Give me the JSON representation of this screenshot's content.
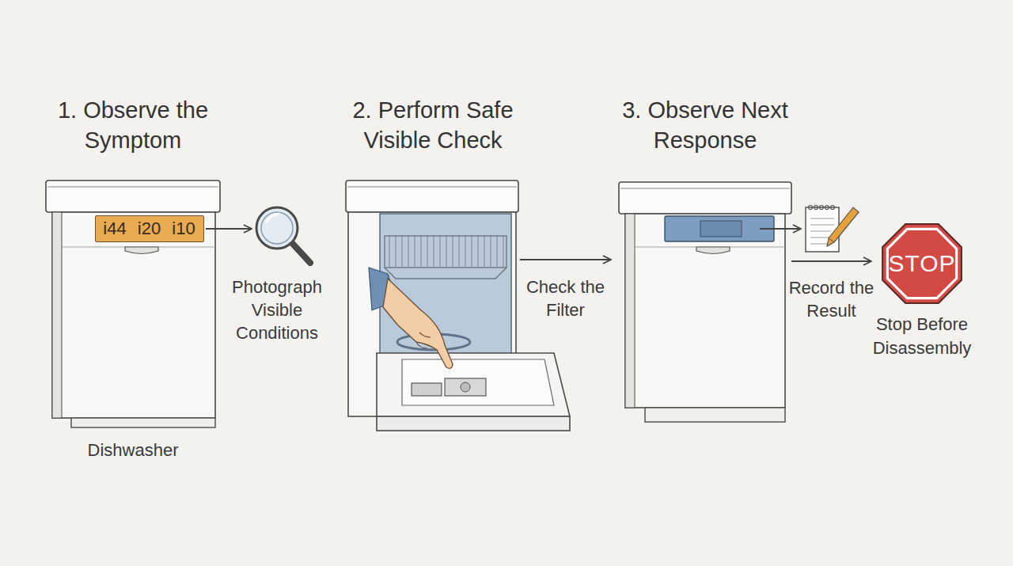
{
  "diagram": {
    "nodes": [
      {
        "text": [
          "1. Observe the Symptom",
          "Dishwasher"
        ]
      },
      {
        "text": [
          "i44 i20 i10"
        ],
        "in": 0
      },
      {
        "text": [
          "2. Perform Safe Visible Check"
        ]
      },
      {
        "text": [
          "3. Observe Next Response"
        ]
      },
      {
        "text": [
          "STOP",
          "Stop Before Disassembly"
        ]
      }
    ],
    "edges": [
      {
        "from": 2,
        "to": 3,
        "arrow": "to",
        "label": "Check the Filter"
      },
      {
        "from": 3,
        "to": 4,
        "arrow": "to",
        "label": "Record the Result"
      }
    ],
    "labels": [
      "Photograph Visible Conditions"
    ]
  }
}
